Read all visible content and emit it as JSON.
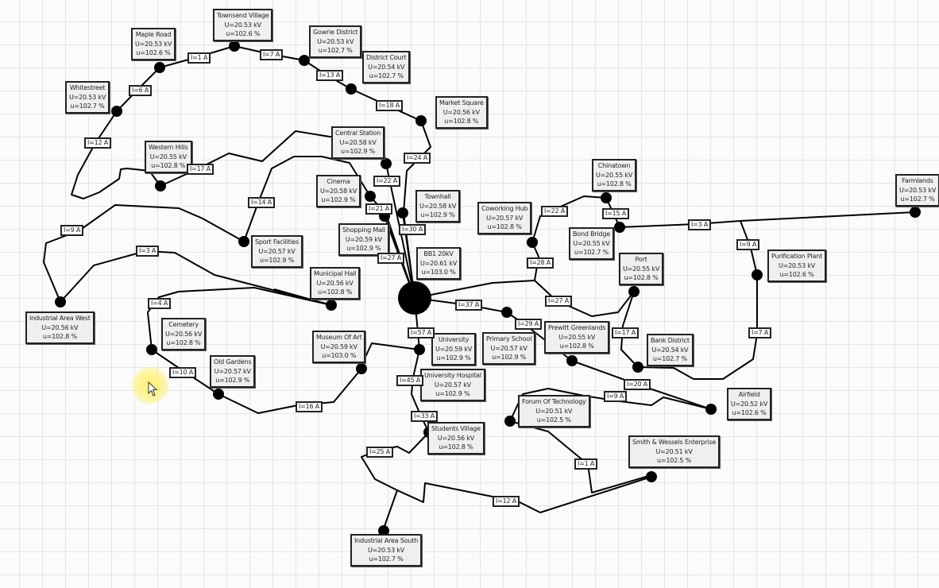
{
  "diagram": {
    "type": "power-distribution-network",
    "source": {
      "name": "BB1 20kV",
      "voltage": "U=20.61 kV",
      "percent": "u=103.0 %"
    },
    "nodes": [
      {
        "id": "townsend-village",
        "name": "Townsend Village",
        "voltage": "U=20.53 kV",
        "percent": "u=102.6 %"
      },
      {
        "id": "maple-road",
        "name": "Maple Road",
        "voltage": "U=20.53 kV",
        "percent": "u=102.6 %"
      },
      {
        "id": "gowrie-district",
        "name": "Gowrie District",
        "voltage": "U=20.53 kV",
        "percent": "u=102.7 %"
      },
      {
        "id": "district-court",
        "name": "District Court",
        "voltage": "U=20.54 kV",
        "percent": "u=102.7 %"
      },
      {
        "id": "whitestreet",
        "name": "Whitestreet",
        "voltage": "U=20.53 kV",
        "percent": "u=102.7 %"
      },
      {
        "id": "market-square",
        "name": "Market Square",
        "voltage": "U=20.56 kV",
        "percent": "u=102.8 %"
      },
      {
        "id": "central-station",
        "name": "Central Station",
        "voltage": "U=20.58 kV",
        "percent": "u=102.9 %"
      },
      {
        "id": "western-hills",
        "name": "Western Hills",
        "voltage": "U=20.55 kV",
        "percent": "u=102.8 %"
      },
      {
        "id": "chinatown",
        "name": "Chinatown",
        "voltage": "U=20.55 kV",
        "percent": "u=102.8 %"
      },
      {
        "id": "farmlands",
        "name": "Farmlands",
        "voltage": "U=20.53 kV",
        "percent": "u=102.7 %"
      },
      {
        "id": "cinema",
        "name": "Cinema",
        "voltage": "U=20.58 kV",
        "percent": "u=102.9 %"
      },
      {
        "id": "townhall",
        "name": "Townhall",
        "voltage": "U=20.58 kV",
        "percent": "u=102.9 %"
      },
      {
        "id": "coworking-hub",
        "name": "Coworking Hub",
        "voltage": "U=20.57 kV",
        "percent": "u=102.8 %"
      },
      {
        "id": "bond-bridge",
        "name": "Bond Bridge",
        "voltage": "U=20.55 kV",
        "percent": "u=102.7 %"
      },
      {
        "id": "shopping-mall",
        "name": "Shopping Mall",
        "voltage": "U=20.59 kV",
        "percent": "u=102.9 %"
      },
      {
        "id": "sport-facilities",
        "name": "Sport Facilities",
        "voltage": "U=20.57 kV",
        "percent": "u=102.9 %"
      },
      {
        "id": "purification-plant",
        "name": "Purification Plant",
        "voltage": "U=20.53 kV",
        "percent": "u=102.6 %"
      },
      {
        "id": "port",
        "name": "Port",
        "voltage": "U=20.55 kV",
        "percent": "u=102.8 %"
      },
      {
        "id": "municipal-hall",
        "name": "Municipal Hall",
        "voltage": "U=20.56 kV",
        "percent": "u=102.8 %"
      },
      {
        "id": "industrial-area-west",
        "name": "Industrial Area West",
        "voltage": "U=20.56 kV",
        "percent": "u=102.8 %"
      },
      {
        "id": "cemetery",
        "name": "Cemetery",
        "voltage": "U=20.56 kV",
        "percent": "u=102.8 %"
      },
      {
        "id": "museum-of-art",
        "name": "Museum Of Art",
        "voltage": "U=20.59 kV",
        "percent": "u=103.0 %"
      },
      {
        "id": "university",
        "name": "University",
        "voltage": "U=20.59 kV",
        "percent": "u=102.9 %"
      },
      {
        "id": "primary-school",
        "name": "Primary School",
        "voltage": "U=20.57 kV",
        "percent": "u=102.9 %"
      },
      {
        "id": "prewitt-greenlands",
        "name": "Prewitt Greenlands",
        "voltage": "U=20.55 kV",
        "percent": "u=102.8 %"
      },
      {
        "id": "bank-district",
        "name": "Bank District",
        "voltage": "U=20.54 kV",
        "percent": "u=102.7 %"
      },
      {
        "id": "old-gardens",
        "name": "Old Gardens",
        "voltage": "U=20.57 kV",
        "percent": "u=102.9 %"
      },
      {
        "id": "university-hospital",
        "name": "University Hospital",
        "voltage": "U=20.57 kV",
        "percent": "u=102.9 %"
      },
      {
        "id": "airfield",
        "name": "Airfield",
        "voltage": "U=20.52 kV",
        "percent": "u=102.6 %"
      },
      {
        "id": "forum-of-technology",
        "name": "Forum Of Technology",
        "voltage": "U=20.51 kV",
        "percent": "u=102.5 %"
      },
      {
        "id": "students-village",
        "name": "Students Village",
        "voltage": "U=20.56 kV",
        "percent": "u=102.8 %"
      },
      {
        "id": "smith-wessels",
        "name": "Smith & Wessels Enterprise",
        "voltage": "U=20.51 kV",
        "percent": "u=102.5 %"
      },
      {
        "id": "industrial-area-south",
        "name": "Industrial Area South",
        "voltage": "U=20.53 kV",
        "percent": "u=102.7 %"
      }
    ],
    "currents": [
      {
        "id": "i-maple-townsend",
        "label": "I=1 A"
      },
      {
        "id": "i-townsend-gowrie",
        "label": "I=7 A"
      },
      {
        "id": "i-white-maple",
        "label": "I=6 A"
      },
      {
        "id": "i-gowrie-court",
        "label": "I=13 A"
      },
      {
        "id": "i-court-market",
        "label": "I=18 A"
      },
      {
        "id": "i-white-western",
        "label": "I=12 A"
      },
      {
        "id": "i-market-bb1",
        "label": "I=24 A"
      },
      {
        "id": "i-western-central",
        "label": "I=17 A"
      },
      {
        "id": "i-central-bb1",
        "label": "I=22 A"
      },
      {
        "id": "i-cinema-sport",
        "label": "I=14 A"
      },
      {
        "id": "i-cinema-bb1",
        "label": "I=21 A"
      },
      {
        "id": "i-townhall-bb1",
        "label": "I=30 A"
      },
      {
        "id": "i-iaw-sport",
        "label": "I=9 A"
      },
      {
        "id": "i-iaw-municipal",
        "label": "I=3 A"
      },
      {
        "id": "i-shopping-bb1",
        "label": "I=27 A"
      },
      {
        "id": "i-cemetery-municipal",
        "label": "I=4 A"
      },
      {
        "id": "i-cowork-chinatown",
        "label": "I=22 A"
      },
      {
        "id": "i-chinatown-bond",
        "label": "I=15 A"
      },
      {
        "id": "i-bond-farmlands",
        "label": "I=3 A"
      },
      {
        "id": "i-farm-purification",
        "label": "I=9 A"
      },
      {
        "id": "i-cowork-bb1",
        "label": "I=28 A"
      },
      {
        "id": "i-bb1-port",
        "label": "I=27 A"
      },
      {
        "id": "i-bb1-primary",
        "label": "I=37 A"
      },
      {
        "id": "i-primary-prewitt",
        "label": "I=29 A"
      },
      {
        "id": "i-port-bank",
        "label": "I=17 A"
      },
      {
        "id": "i-purification-bank",
        "label": "I=7 A"
      },
      {
        "id": "i-bb1-university",
        "label": "I=57 A"
      },
      {
        "id": "i-cemetery-oldgardens",
        "label": "I=10 A"
      },
      {
        "id": "i-oldgardens-museum",
        "label": "I=16 A"
      },
      {
        "id": "i-university-hospital",
        "label": "I=45 A"
      },
      {
        "id": "i-prewitt-airfield",
        "label": "I=20 A"
      },
      {
        "id": "i-forum-airfield",
        "label": "I=9 A"
      },
      {
        "id": "i-hospital-students",
        "label": "I=33 A"
      },
      {
        "id": "i-students-ias",
        "label": "I=25 A"
      },
      {
        "id": "i-forum-smith",
        "label": "I=1 A"
      },
      {
        "id": "i-ias-smith",
        "label": "I=12 A"
      }
    ]
  }
}
